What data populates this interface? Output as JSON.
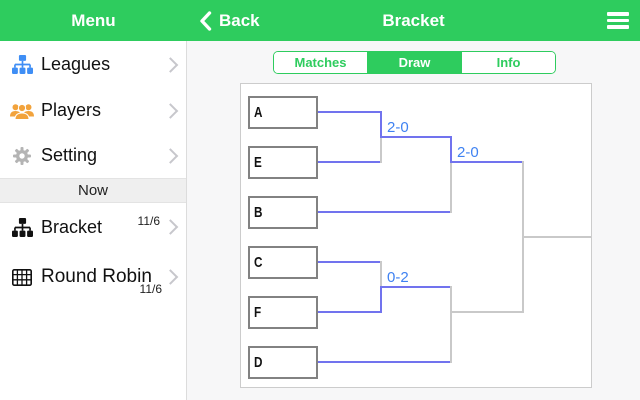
{
  "header": {
    "menu_label": "Menu",
    "back_label": "Back",
    "title": "Bracket"
  },
  "sidebar": {
    "items": [
      {
        "label": "Leagues",
        "icon": "sitemap-icon"
      },
      {
        "label": "Players",
        "icon": "people-icon"
      },
      {
        "label": "Setting",
        "icon": "gear-icon"
      }
    ],
    "section_header": "Now",
    "now_items": [
      {
        "label": "Bracket",
        "detail": "11/6",
        "icon": "bracket-icon"
      },
      {
        "label": "Round Robin",
        "detail": "11/6",
        "icon": "grid-icon"
      }
    ]
  },
  "tabs": [
    {
      "label": "Matches",
      "selected": false
    },
    {
      "label": "Draw",
      "selected": true
    },
    {
      "label": "Info",
      "selected": false
    }
  ],
  "bracket": {
    "teams": [
      "A",
      "E",
      "B",
      "C",
      "F",
      "D"
    ],
    "scores": {
      "r1_top": "2-0",
      "sf_top": "2-0",
      "r1_bottom": "0-2"
    }
  },
  "colors": {
    "header_green": "#2ecc5e",
    "tab_green": "#2ecc5e",
    "line_active_blue": "#7173ee",
    "line_inactive_gray": "#c9c9c9",
    "score_text_blue": "#3f82f2",
    "leagues_icon_blue": "#3f8ef5",
    "players_icon_orange": "#f2a33c",
    "setting_icon_gray": "#b4b4b4"
  }
}
